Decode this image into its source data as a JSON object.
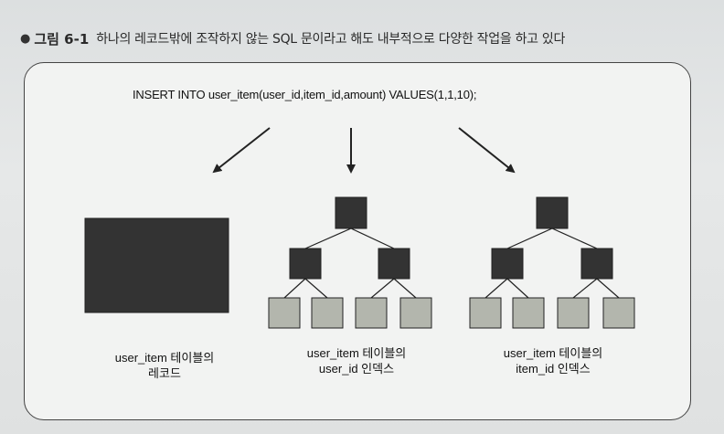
{
  "caption": {
    "bullet": "●",
    "figure_label": "그림 6-1",
    "text": "하나의 레코드밖에 조작하지 않는 SQL 문이라고 해도 내부적으로 다양한 작업을 하고 있다"
  },
  "diagram": {
    "sql_statement": "INSERT INTO user_item(user_id,item_id,amount) VALUES(1,1,10);",
    "targets": [
      {
        "line1": "user_item 테이블의",
        "line2": "레코드"
      },
      {
        "line1": "user_item 테이블의",
        "line2": "user_id 인덱스"
      },
      {
        "line1": "user_item 테이블의",
        "line2": "item_id 인덱스"
      }
    ]
  },
  "colors": {
    "node_dark": "#333333",
    "leaf_fill": "#b3b6ad",
    "stroke": "#222222"
  }
}
